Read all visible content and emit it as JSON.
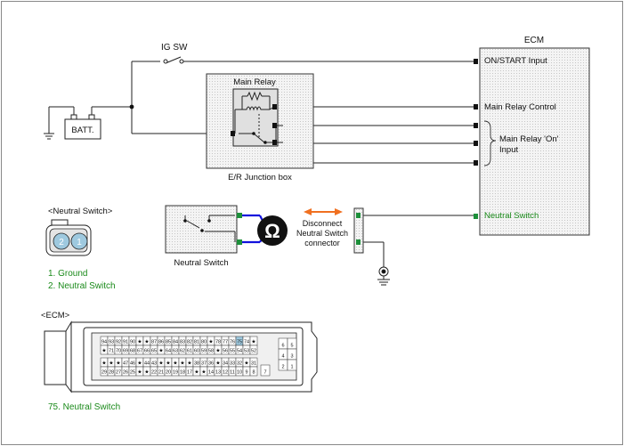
{
  "ecm": {
    "title": "ECM",
    "on_start": "ON/START Input",
    "main_relay_control": "Main Relay Control",
    "main_relay_on_1": "Main Relay 'On'",
    "main_relay_on_2": "Input",
    "neutral_switch": "Neutral Switch"
  },
  "ig_sw": "IG SW",
  "battery": "BATT.",
  "main_relay": "Main Relay",
  "junction_box": "E/R Junction box",
  "neutral_switch_box": "Neutral Switch",
  "ohm_symbol": "Ω",
  "disconnect": {
    "line1": "Disconnect",
    "line2": "Neutral Switch",
    "line3": "connector"
  },
  "neutral_connector": {
    "title": "<Neutral Switch>",
    "pins": [
      "2",
      "1"
    ],
    "legend": [
      "1. Ground",
      "2. Neutral Switch"
    ]
  },
  "ecm_connector": {
    "title": "<ECM>",
    "legend": "75. Neutral Switch",
    "row1": [
      "94",
      "93",
      "92",
      "91",
      "90",
      "★",
      "★",
      "87",
      "86",
      "85",
      "84",
      "83",
      "82",
      "81",
      "80",
      "★",
      "78",
      "77",
      "76",
      "75",
      "74",
      "★"
    ],
    "row2": [
      "★",
      "71",
      "70",
      "69",
      "68",
      "67",
      "66",
      "65",
      "★",
      "64",
      "63",
      "62",
      "61",
      "60",
      "59",
      "58",
      "★",
      "56",
      "55",
      "54",
      "53",
      "52"
    ],
    "row3": [
      "★",
      "★",
      "★",
      "47",
      "46",
      "★",
      "44",
      "43",
      "★",
      "★",
      "★",
      "★",
      "★",
      "38",
      "37",
      "36",
      "★",
      "34",
      "33",
      "32",
      "★",
      "31"
    ],
    "row4": [
      "29",
      "28",
      "27",
      "26",
      "25",
      "★",
      "★",
      "22",
      "21",
      "20",
      "19",
      "18",
      "17",
      "★",
      "★",
      "14",
      "13",
      "12",
      "11",
      "10",
      "9",
      "8"
    ],
    "side": [
      "6",
      "5",
      "4",
      "3",
      "2",
      "1"
    ],
    "pin7": "7"
  },
  "colors": {
    "wire": "#222222",
    "ground_wire": "#1111dd",
    "highlight_text": "#1a8a1a",
    "pin_green": "#1c8f3a",
    "arrow": "#f07020",
    "box_fill": "#e8e8e8",
    "pin_highlight": "#9ec9df"
  }
}
